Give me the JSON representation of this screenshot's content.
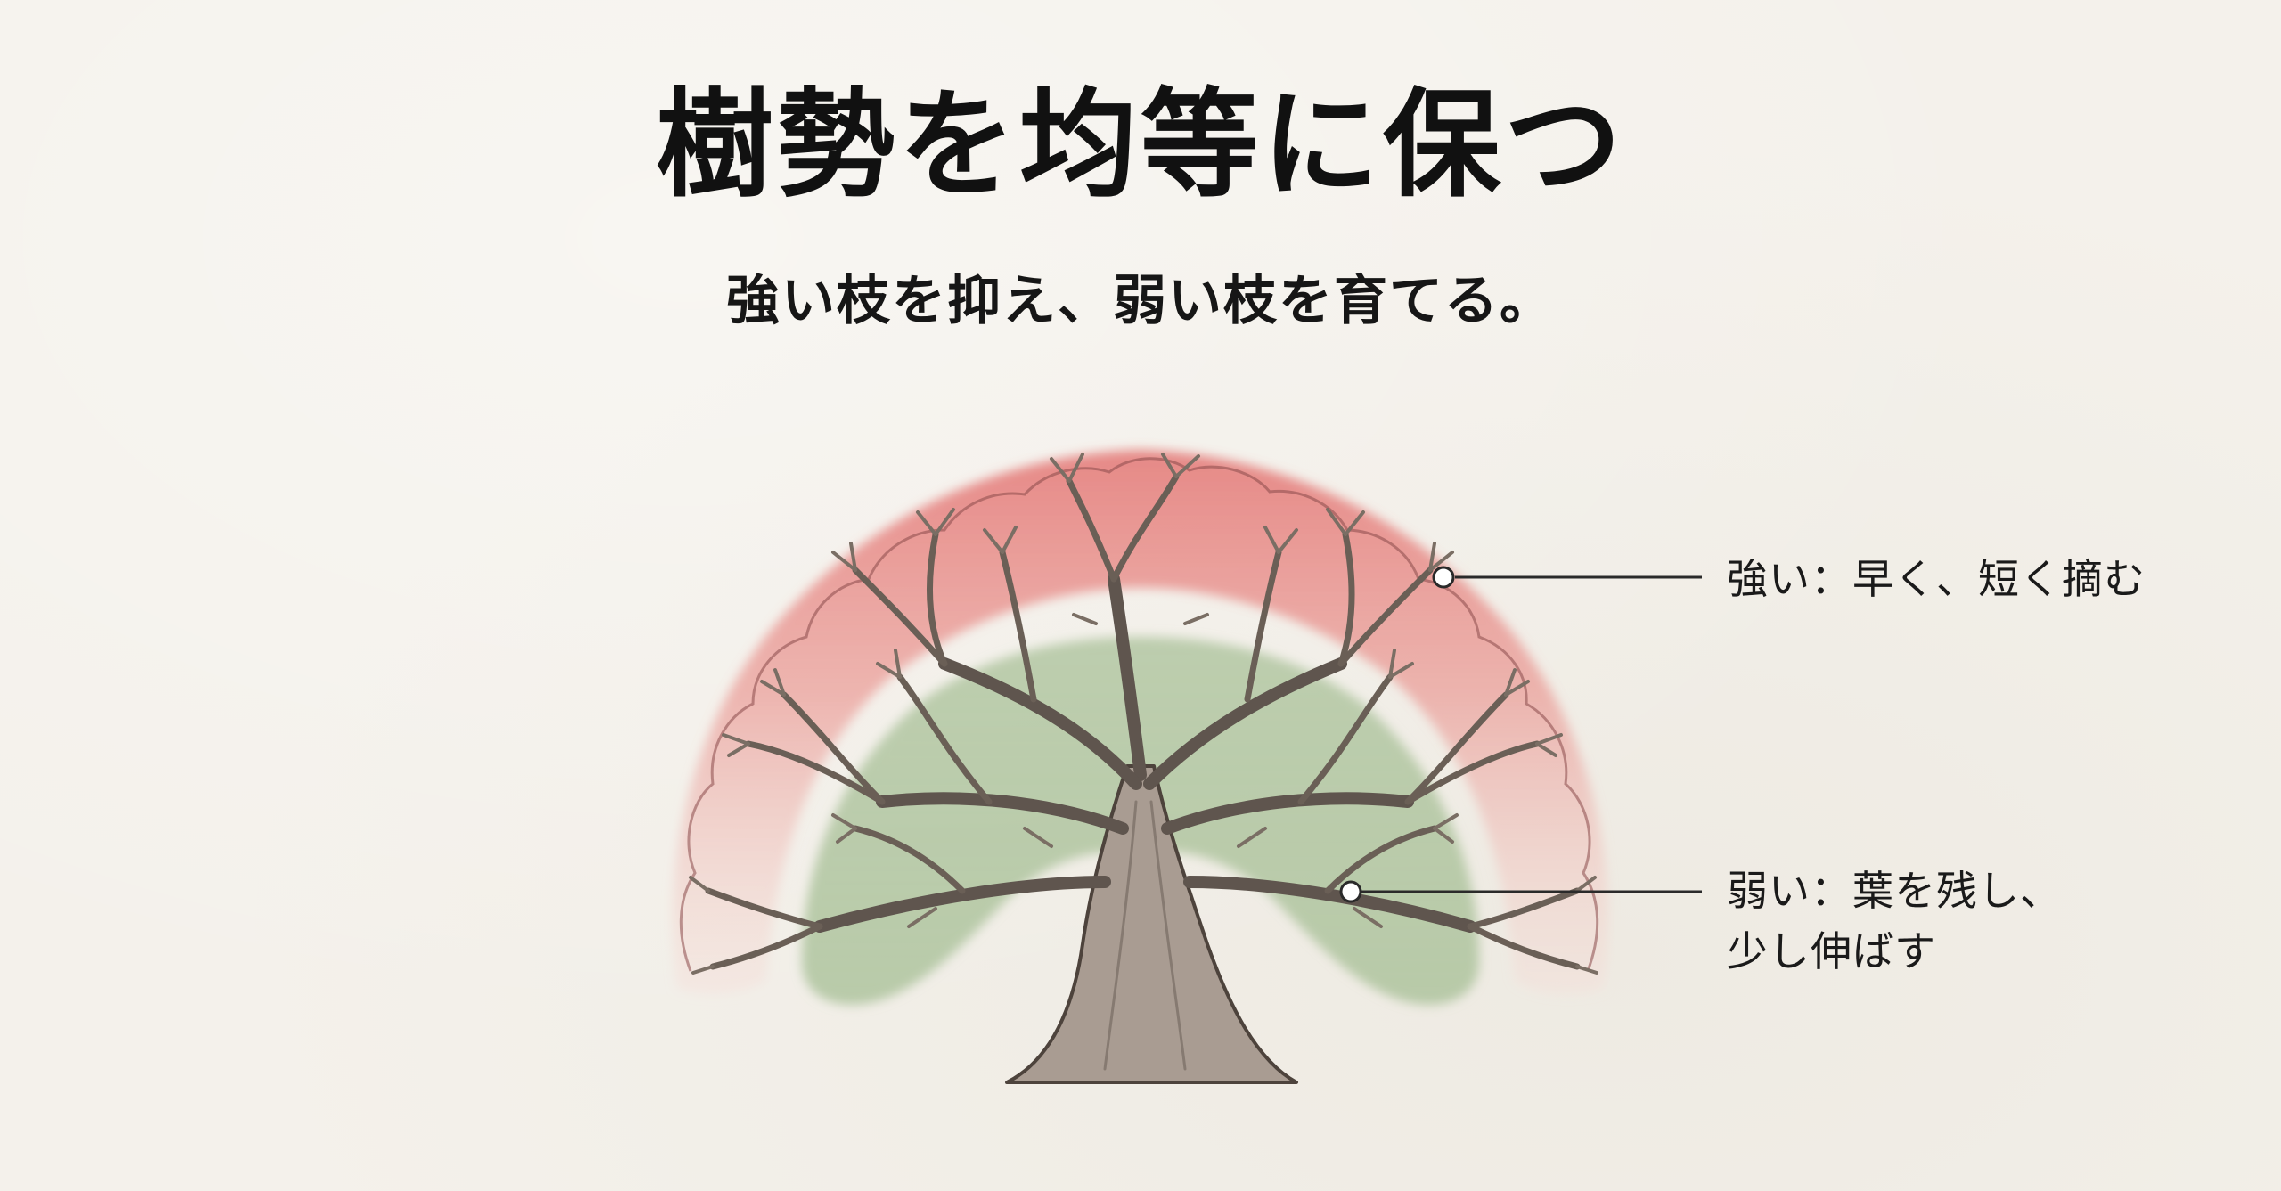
{
  "title": "樹勢を均等に保つ",
  "subtitle": "強い枝を抑え、弱い枝を育てる。",
  "callouts": {
    "strong": {
      "text": "強い：早く、短く摘む",
      "zone_color": "#e27a78"
    },
    "weak": {
      "line1": "弱い：葉を残し、",
      "line2": "少し伸ばす",
      "zone_color": "#a9c29a"
    }
  },
  "tree": {
    "branch_color": "#6a5f56",
    "trunk_color": "#a89a90"
  }
}
